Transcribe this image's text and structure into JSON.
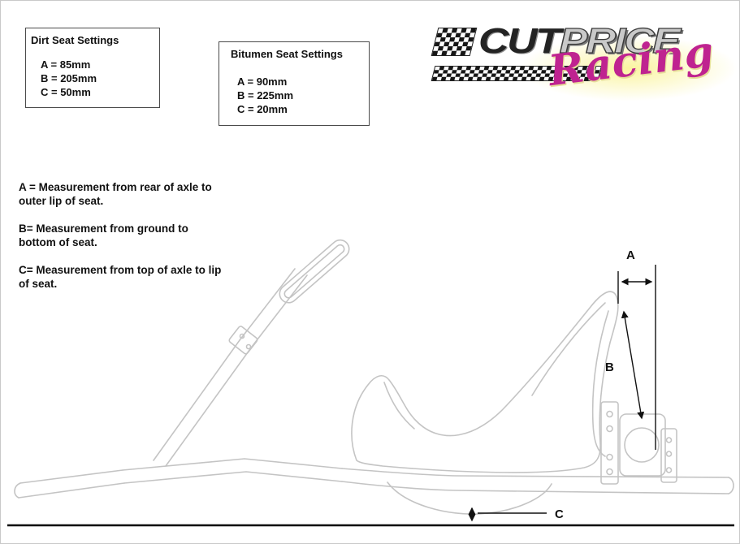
{
  "settings_boxes": [
    {
      "title": "Dirt Seat Settings",
      "values": [
        "A = 85mm",
        "B = 205mm",
        "C = 50mm"
      ]
    },
    {
      "title": "Bitumen Seat Settings",
      "values": [
        "A = 90mm",
        "B = 225mm",
        "C = 20mm"
      ]
    }
  ],
  "logo": {
    "cut": "CUT",
    "price": "PRICE",
    "racing": "Racing"
  },
  "legend": [
    {
      "line1": "A = Measurement from rear of axle to",
      "line2": "outer lip of seat."
    },
    {
      "line1": "B= Measurement from ground to",
      "line2": "bottom of seat."
    },
    {
      "line1": "C= Measurement from top of axle to lip",
      "line2": "of seat."
    }
  ],
  "diagram_labels": {
    "a": "A",
    "b": "B",
    "c": "C"
  },
  "colors": {
    "kart_outline": "#c4c4c4",
    "ink": "#111111",
    "racing_pink": "#bf2390",
    "price_silver": "#c9c9c9",
    "ground_line": "#000000"
  }
}
